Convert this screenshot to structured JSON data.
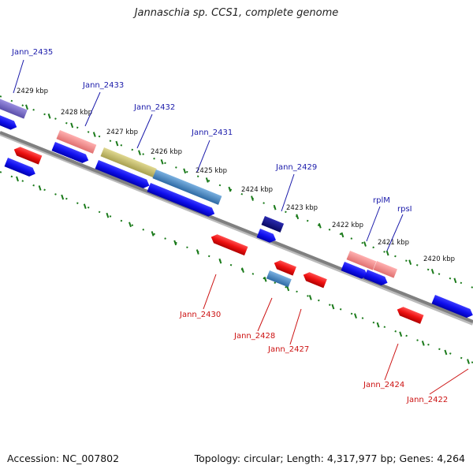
{
  "title": "Jannaschia sp. CCS1, complete genome",
  "footer": {
    "accession": "Accession: NC_007802",
    "summary": "Topology: circular; Length: 4,317,977 bp; Genes: 4,264"
  },
  "kbp_labels": [
    "2429 kbp",
    "2428 kbp",
    "2427 kbp",
    "2426 kbp",
    "2425 kbp",
    "2424 kbp",
    "2423 kbp",
    "2422 kbp",
    "2421 kbp",
    "2420 kbp"
  ],
  "top_gene_labels": [
    "Jann_2435",
    "Jann_2433",
    "Jann_2432",
    "Jann_2431",
    "Jann_2429",
    "rplM",
    "rpsI"
  ],
  "bottom_gene_labels": [
    "Jann_2430",
    "Jann_2428",
    "Jann_2427",
    "Jann_2424",
    "Jann_2422"
  ],
  "colors": {
    "backbone": "#888888",
    "tick_green": "#1a7a1a",
    "forward_gene": "#1010e8",
    "reverse_gene": "#ee1111",
    "label_top": "#1a1aaa",
    "label_bottom": "#cc1111",
    "feature_purple": "#7a6cc8",
    "feature_pink": "#ee8f8f",
    "feature_olive": "#c8c070",
    "feature_steel": "#4a88c4",
    "feature_navy": "#10107a"
  }
}
